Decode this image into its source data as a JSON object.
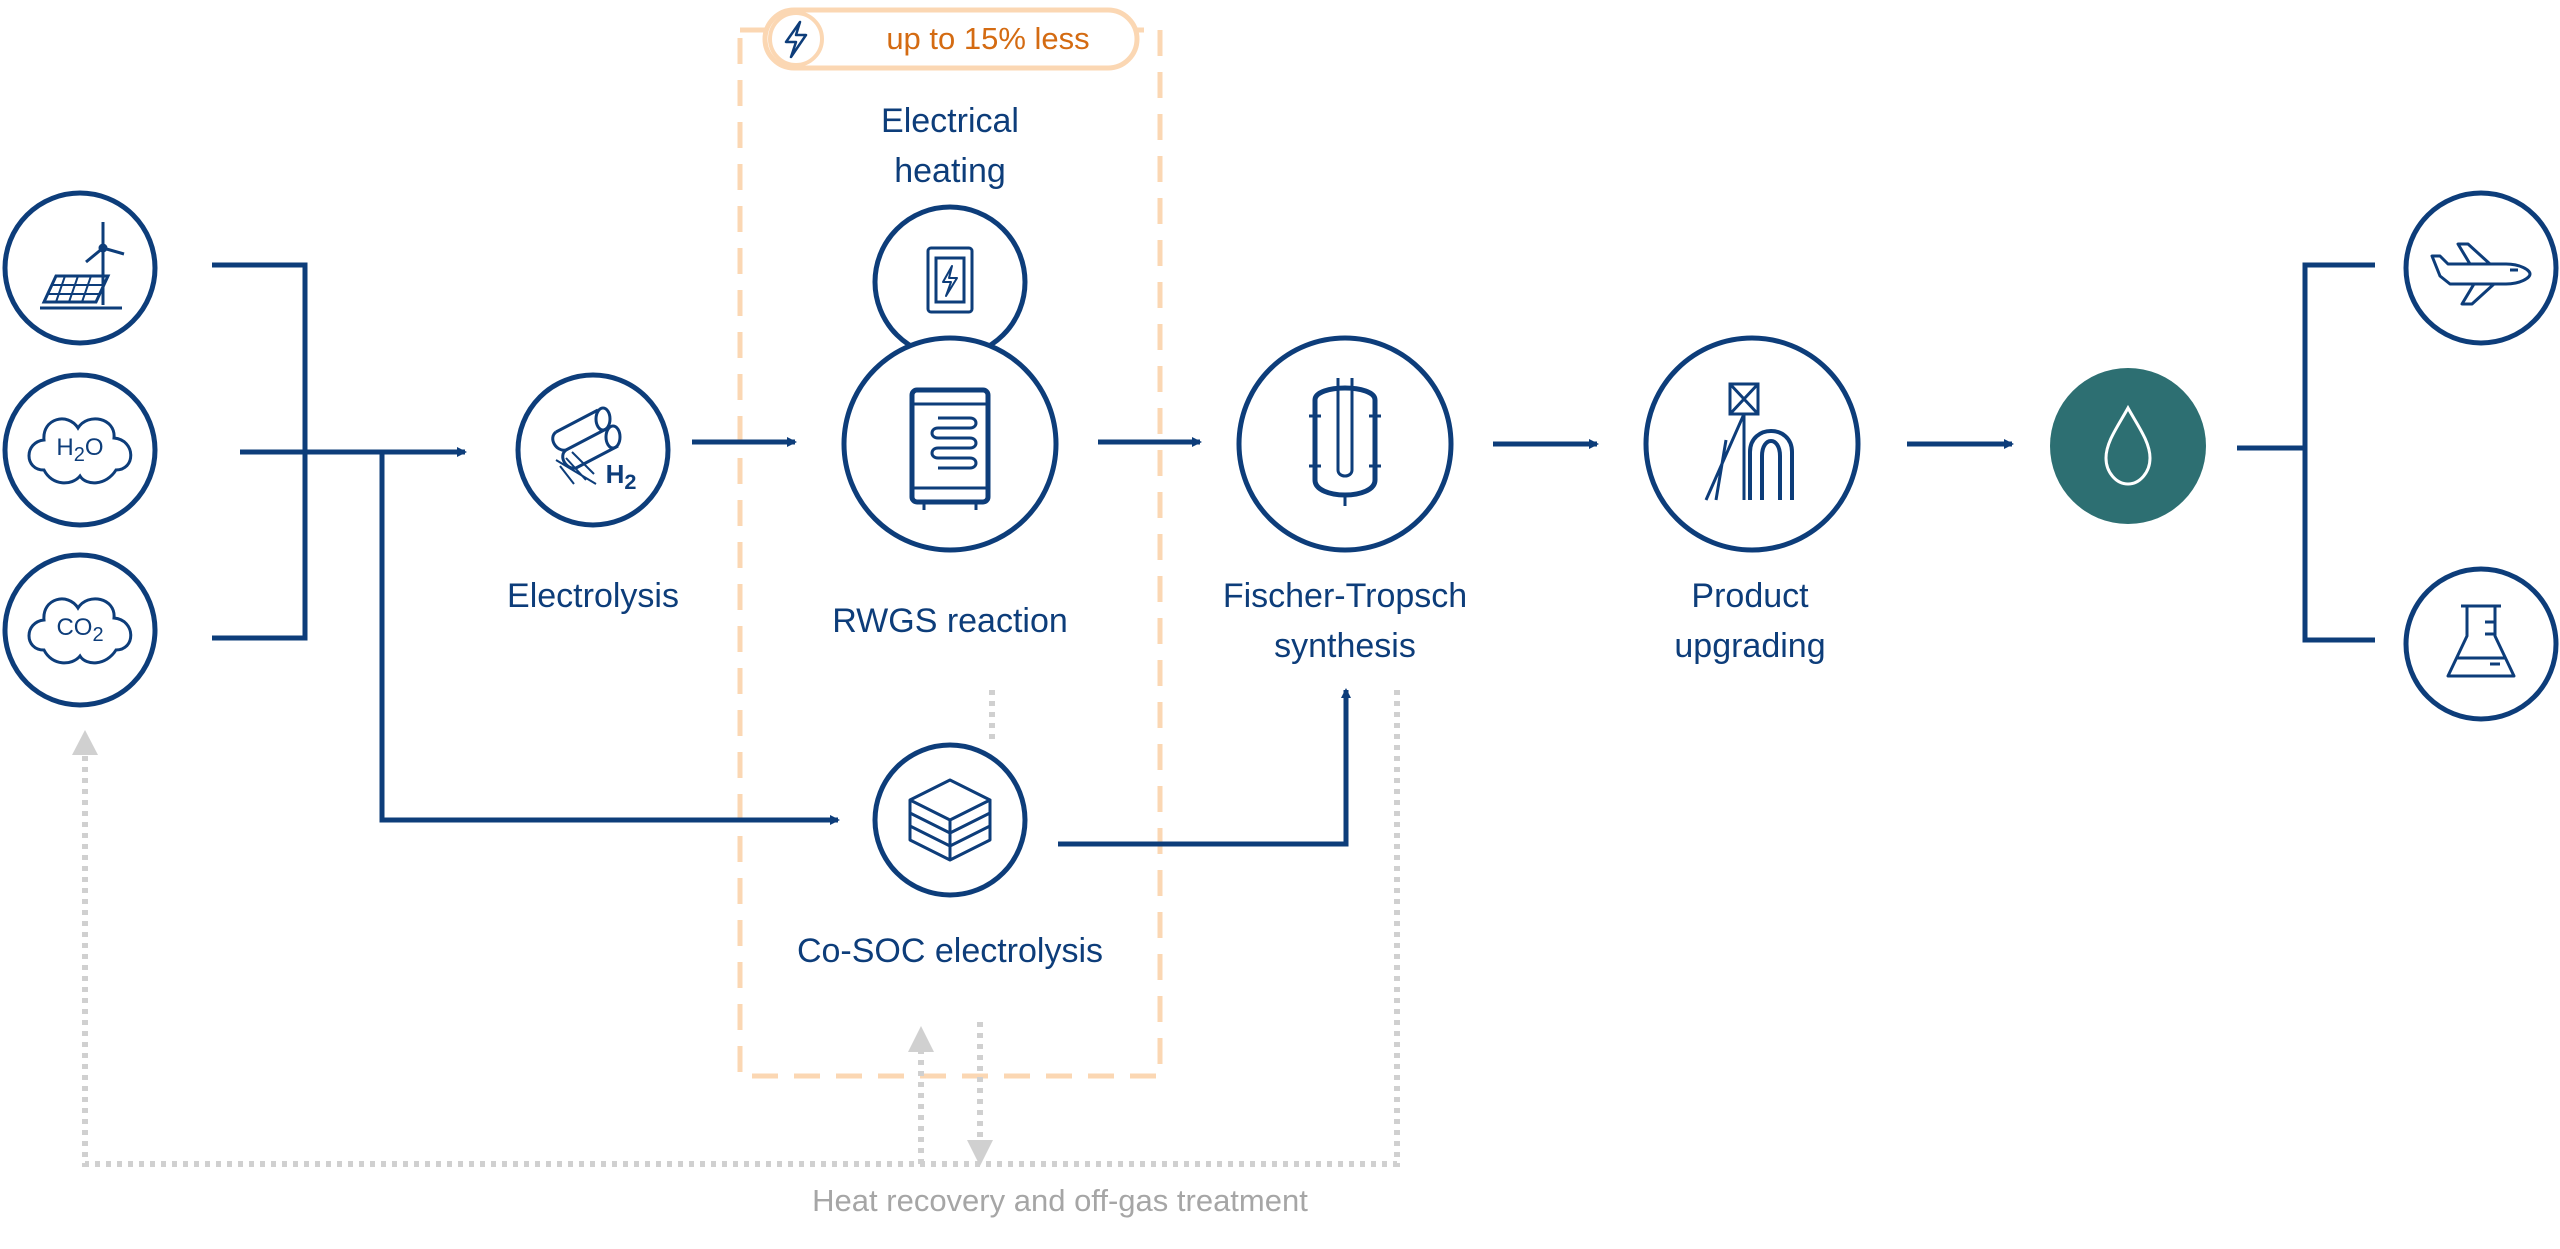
{
  "badge": {
    "text": "up to 15% less"
  },
  "inputs": {
    "h2o": {
      "text": "H",
      "sub": "2",
      "text2": "O"
    },
    "co2": {
      "text": "CO",
      "sub": "2"
    }
  },
  "electrolysis": {
    "label": "Electrolysis",
    "h2_text": "H",
    "h2_sub": "2"
  },
  "electrical_heating": {
    "line1": "Electrical",
    "line2": "heating"
  },
  "rwgs": {
    "label": "RWGS reaction"
  },
  "co_soc": {
    "label": "Co-SOC electrolysis"
  },
  "fischer_tropsch": {
    "line1": "Fischer-Tropsch",
    "line2": "synthesis"
  },
  "product_upgrading": {
    "line1": "Product",
    "line2": "upgrading"
  },
  "heat_recovery": {
    "label": "Heat recovery and off-gas treatment"
  },
  "colors": {
    "primary": "#0d3d7a",
    "product": "#2d6f72",
    "highlight": "#fbd7b3",
    "highlight_text": "#d46b12",
    "dotted": "#d0d0d0"
  },
  "icons": {
    "renewables": "wind-turbine-solar-panel-icon",
    "water": "water-cloud-icon",
    "co2": "co2-cloud-icon",
    "electrolysis": "hydrogen-cylinders-icon",
    "heating": "electric-heater-icon",
    "rwgs": "reactor-heating-coil-icon",
    "co_soc": "cell-stack-icon",
    "fischer_tropsch": "reactor-vessel-icon",
    "upgrading": "refinery-tower-icon",
    "product": "fuel-drop-icon",
    "aviation": "airplane-icon",
    "chemicals": "flask-icon",
    "badge": "lightning-icon"
  }
}
